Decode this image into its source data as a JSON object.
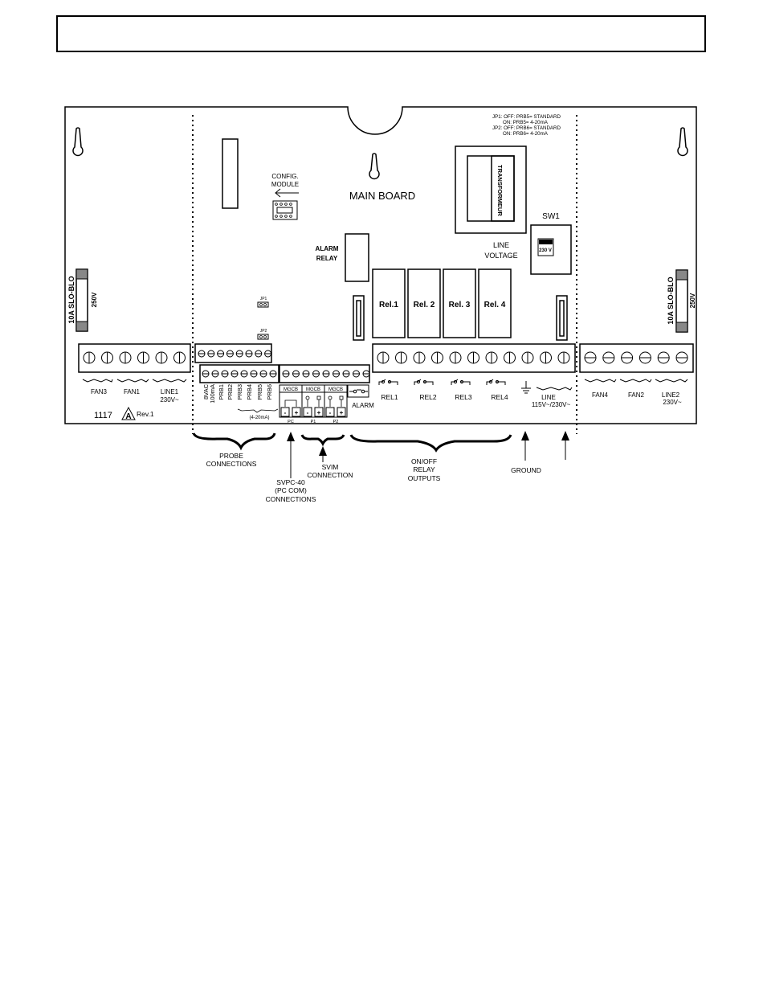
{
  "header": {
    "text": ""
  },
  "board": {
    "main_board": "MAIN BOARD",
    "config_module": [
      "CONFIG.",
      "MODULE"
    ],
    "alarm_relay": [
      "ALARM",
      "RELAY"
    ],
    "transformer": "TRANSFORMEUR",
    "sw1": "SW1",
    "sw1_setting": "230 V",
    "line_voltage": [
      "LINE",
      "VOLTAGE"
    ],
    "jumper_notes": [
      "JP1: OFF: PRB5= STANDARD",
      "ON:  PRB5= 4-20mA",
      "JP2: OFF: PRB6= STANDARD",
      "ON:  PRB6= 4-20mA"
    ],
    "jp1": "JP1",
    "jp2": "JP2",
    "relays": [
      "Rel.1",
      "Rel. 2",
      "Rel. 3",
      "Rel. 4"
    ],
    "fuse_left": {
      "rating": "10A SLO-BLO",
      "voltage": "250V"
    },
    "fuse_right": {
      "rating": "10A SLO-BLO",
      "voltage": "250V"
    },
    "left_terminals": [
      "FAN3",
      "FAN1",
      "LINE1",
      "230V~"
    ],
    "right_terminals": [
      "FAN4",
      "FAN2",
      "LINE2",
      "230V~"
    ],
    "probe_labels": [
      "8VAC",
      "100mA",
      "PRB1",
      "PRB2",
      "PRB3",
      "PRB4",
      "PRB5",
      "PRB6"
    ],
    "probe_range": "(4-20mA)",
    "comm_blocks": [
      "MGCB",
      "MGCB",
      "MGCB"
    ],
    "comm_ports": [
      "PC",
      "P1",
      "P2"
    ],
    "alarm": "ALARM",
    "relay_outputs": [
      "REL1",
      "REL2",
      "REL3",
      "REL4"
    ],
    "line": [
      "LINE",
      "115V~/230V~"
    ],
    "board_id": "1117",
    "rev_letter": "A",
    "revision": "Rev.1"
  },
  "callouts": {
    "probe": [
      "PROBE",
      "CONNECTIONS"
    ],
    "svpc": [
      "SVPC-40",
      "(PC COM)",
      "CONNECTIONS"
    ],
    "svim": [
      "SVIM",
      "CONNECTION"
    ],
    "relay_outputs": [
      "ON/OFF",
      "RELAY",
      "OUTPUTS"
    ],
    "ground": "GROUND"
  }
}
